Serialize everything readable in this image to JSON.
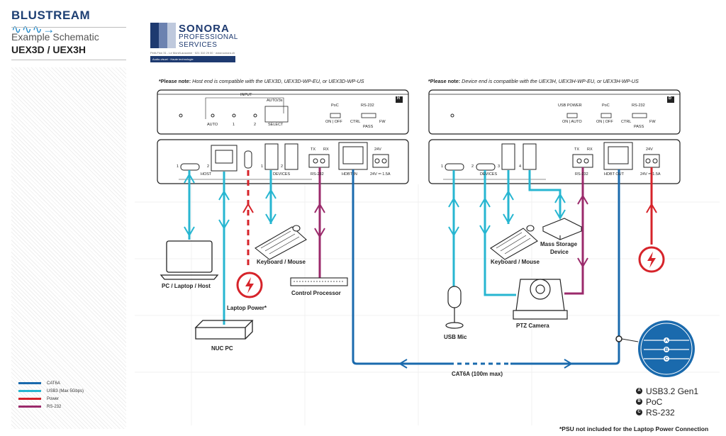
{
  "brand": {
    "name": "BLUSTREAM"
  },
  "sidebar": {
    "title": "Example Schematic",
    "models": "UEX3D / UEX3H"
  },
  "sonora": {
    "line1": "SONORA",
    "line2": "PROFESSIONAL",
    "line3": "SERVICES",
    "address": "Petit-Flon 31 - Le Mont/Lausanne · 021 310 29 00 · www.sonora.ch",
    "tagline": "Audio-visuel · Haute technologie"
  },
  "notes": {
    "host": {
      "bold": "*Please note:",
      "text": " Host end is compatible with the UEX3D, UEX3D-WP-EU, or UEX3D-WP-US"
    },
    "device": {
      "bold": "*Please note:",
      "text": " Device end is compatible with the UEX3H, UEX3H-WP-EU, or UEX3H-WP-US"
    }
  },
  "host_unit": {
    "badge": "H",
    "front": {
      "input_title": "INPUT",
      "auto_btn": "AUTO/3s",
      "select": "SELECT",
      "auto": "AUTO",
      "in1": "1",
      "in2": "2",
      "poc": "PoC",
      "poc_sw": "ON | OFF",
      "rs232": "RS-232",
      "ctrl": "CTRL",
      "fw": "FW",
      "pass": "PASS"
    },
    "rear": {
      "port1": "1",
      "port2": "2",
      "host": "HOST",
      "devices": "DEVICES",
      "dev1": "1",
      "dev2": "2",
      "tx": "TX",
      "rx": "RX",
      "rs232": "RS-232",
      "hdbt": "HDBT IN",
      "v24": "24V",
      "power": "24V ⎓ 1.5A"
    }
  },
  "device_unit": {
    "badge": "D",
    "front": {
      "usb_power": "USB POWER",
      "usb_sw": "ON | AUTO",
      "poc": "PoC",
      "poc_sw": "ON | OFF",
      "rs232": "RS-232",
      "ctrl": "CTRL",
      "fw": "FW",
      "pass": "PASS"
    },
    "rear": {
      "p1": "1",
      "p2": "2",
      "p3": "3",
      "p4": "4",
      "devices": "DEVICES",
      "tx": "TX",
      "rx": "RX",
      "rs232": "RS-232",
      "hdbt": "HDBT OUT",
      "v24": "24V",
      "power": "24V ⎓ 1.5A"
    }
  },
  "devices": {
    "pc": "PC / Laptop / Host",
    "nuc": "NUC PC",
    "laptop_power": "Laptop Power*",
    "keyboard_host": "Keyboard / Mouse",
    "control": "Control Processor",
    "keyboard_dev": "Keyboard / Mouse",
    "mass1": "Mass Storage",
    "mass2": "Device",
    "usb_mic": "USB Mic",
    "ptz": "PTZ Camera",
    "cat6a": "CAT6A (100m max)"
  },
  "legend": [
    {
      "label": "CAT6A",
      "color": "#1a6aad"
    },
    {
      "label": "USB3 (Max 5Gbps)",
      "color": "#27b6d1"
    },
    {
      "label": "Power",
      "color": "#d6232a"
    },
    {
      "label": "RS-232",
      "color": "#9b2a6b"
    }
  ],
  "cable_key": [
    {
      "letter": "A",
      "label": "USB3.2 Gen1"
    },
    {
      "letter": "B",
      "label": "PoC"
    },
    {
      "letter": "C",
      "label": "RS-232"
    }
  ],
  "footnote": "*PSU not included for the Laptop Power Connection"
}
